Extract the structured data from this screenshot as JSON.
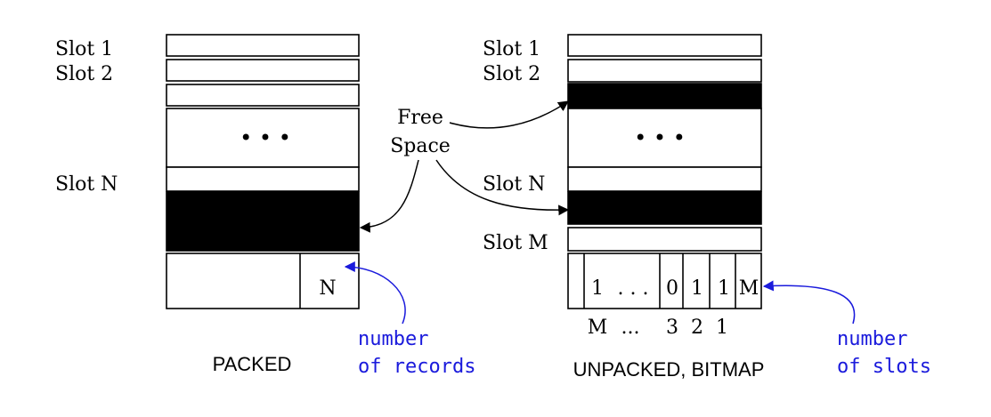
{
  "packed": {
    "slot_labels": [
      "Slot 1",
      "Slot 2",
      "Slot N"
    ],
    "ellipsis": "• • •",
    "count_symbol": "N",
    "caption": "PACKED"
  },
  "unpacked": {
    "slot_labels": [
      "Slot 1",
      "Slot 2",
      "Slot N",
      "Slot M"
    ],
    "ellipsis": "• • •",
    "bitmap_cells": [
      "1",
      ". . .",
      "0",
      "1",
      "1"
    ],
    "count_symbol": "M",
    "bit_index_labels": [
      "M",
      "...",
      "3",
      "2",
      "1"
    ],
    "caption": "UNPACKED, BITMAP"
  },
  "free_space_label": [
    "Free",
    "Space"
  ],
  "annotations": {
    "packed_note": [
      "number",
      "of records"
    ],
    "unpacked_note": [
      "number",
      "of slots"
    ]
  },
  "colors": {
    "line": "#000000",
    "filled": "#000000",
    "annotation": "#1a1adc"
  }
}
